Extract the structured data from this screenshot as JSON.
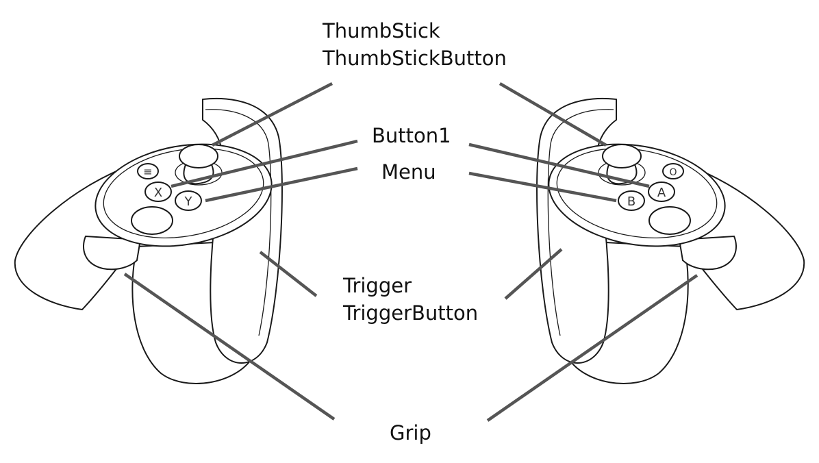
{
  "labels": {
    "thumbstick_line1": "ThumbStick",
    "thumbstick_line2": "ThumbStickButton",
    "button1": "Button1",
    "menu": "Menu",
    "trigger_line1": "Trigger",
    "trigger_line2": "TriggerButton",
    "grip": "Grip"
  },
  "left_controller": {
    "menu_button_glyph": "≡",
    "button_x_glyph": "X",
    "button_y_glyph": "Y"
  },
  "right_controller": {
    "oculus_button_glyph": "O",
    "button_a_glyph": "A",
    "button_b_glyph": "B"
  },
  "colors": {
    "leader_line": "#555555",
    "outline": "#1a1a1a",
    "background": "#ffffff"
  }
}
